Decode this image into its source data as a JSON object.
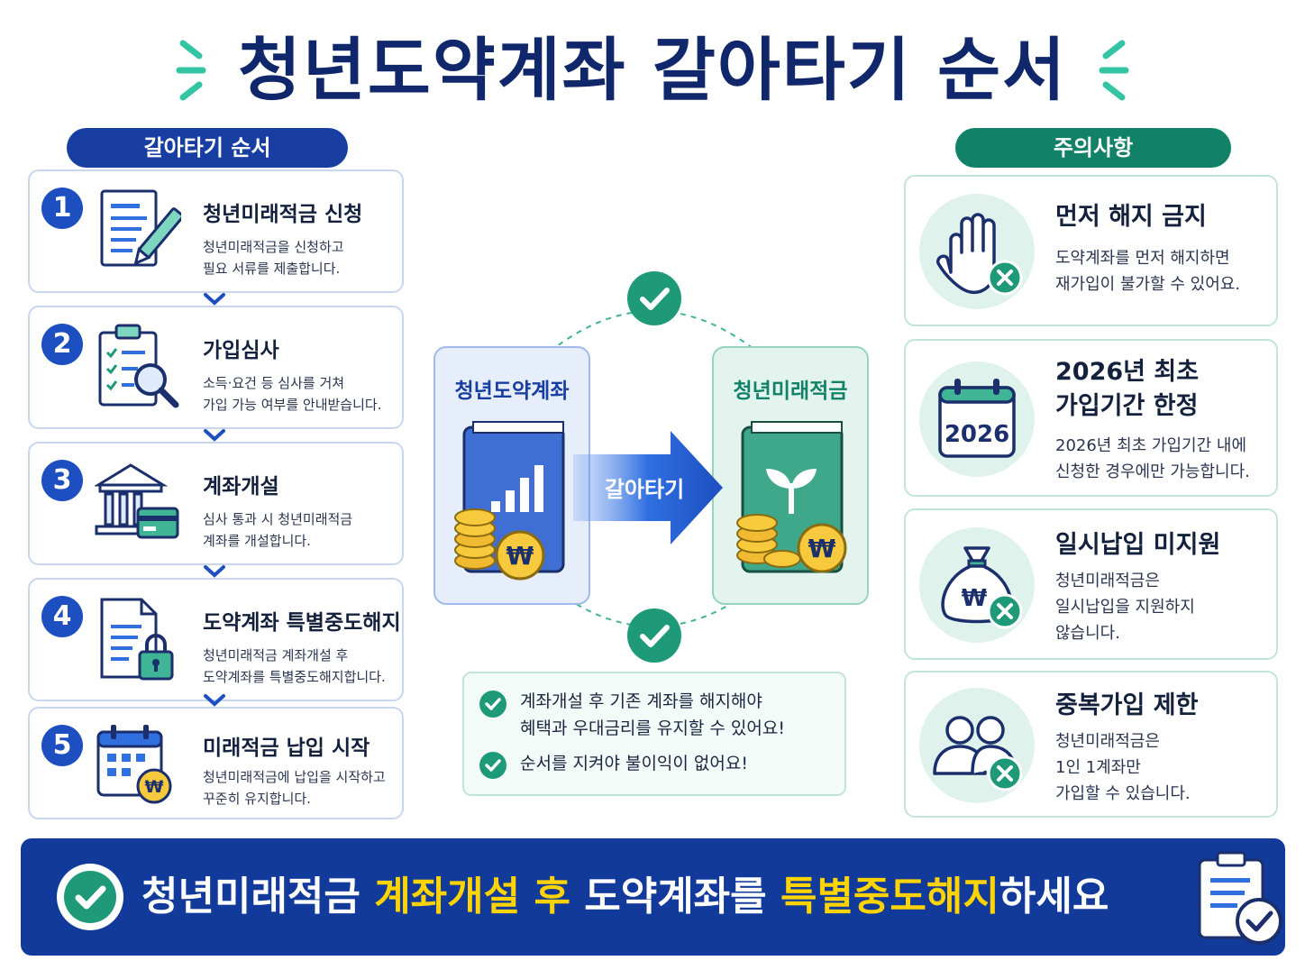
{
  "title": "청년도약계좌 갈아타기 순서",
  "left_header": "갈아타기 순서",
  "right_header": "주의사항",
  "steps": [
    {
      "number": "1",
      "title": "청년미래적금 신청",
      "desc": "청년미래적금을 신청하고\n필요 서류를 제출합니다.",
      "icon": "document-pen-icon"
    },
    {
      "number": "2",
      "title": "가입심사",
      "desc": "소득·요건 등 심사를 거쳐\n가입 가능 여부를 안내받습니다.",
      "icon": "clipboard-magnifier-icon"
    },
    {
      "number": "3",
      "title": "계좌개설",
      "desc": "심사 통과 시 청년미래적금\n계좌를 개설합니다.",
      "icon": "bank-card-icon"
    },
    {
      "number": "4",
      "title": "도약계좌 특별중도해지",
      "desc": "청년미래적금 계좌개설 후\n도약계좌를 특별중도해지합니다.",
      "icon": "document-lock-icon"
    },
    {
      "number": "5",
      "title": "미래적금 납입 시작",
      "desc": "청년미래적금에 납입을 시작하고\n꾸준히 유지합니다.",
      "icon": "calendar-coin-icon"
    }
  ],
  "center": {
    "from_account": "청년도약계좌",
    "to_account": "청년미래적금",
    "arrow_label": "갈아타기",
    "won_symbol": "₩",
    "notes": [
      "계좌개설 후 기존 계좌를 해지해야\n혜택과 우대금리를 유지할 수 있어요!",
      "순서를 지켜야 불이익이 없어요!"
    ]
  },
  "cautions": [
    {
      "title": "먼저 해지 금지",
      "desc": "도약계좌를 먼저 해지하면\n재가입이 불가할 수 있어요.",
      "icon": "stop-hand-icon"
    },
    {
      "title": "2026년 최초\n가입기간 한정",
      "desc": "2026년 최초 가입기간 내에\n신청한 경우에만 가능합니다.",
      "icon": "calendar-2026-icon",
      "icon_text": "2026"
    },
    {
      "title": "일시납입 미지원",
      "desc": "청년미래적금은\n일시납입을 지원하지\n않습니다.",
      "icon": "money-bag-icon"
    },
    {
      "title": "중복가입 제한",
      "desc": "청년미래적금은\n1인 1계좌만\n가입할 수 있습니다.",
      "icon": "users-icon"
    }
  ],
  "banner": {
    "part1": "청년미래적금 ",
    "part2": "계좌개설 후",
    "part3": " 도약계좌를 ",
    "part4": "특별중도해지",
    "part5": "하세요"
  },
  "colors": {
    "navy": "#10286b",
    "primary_blue": "#1d4fc0",
    "teal": "#118268",
    "highlight_yellow": "#ffd400",
    "banner_bg": "#113a9a"
  }
}
